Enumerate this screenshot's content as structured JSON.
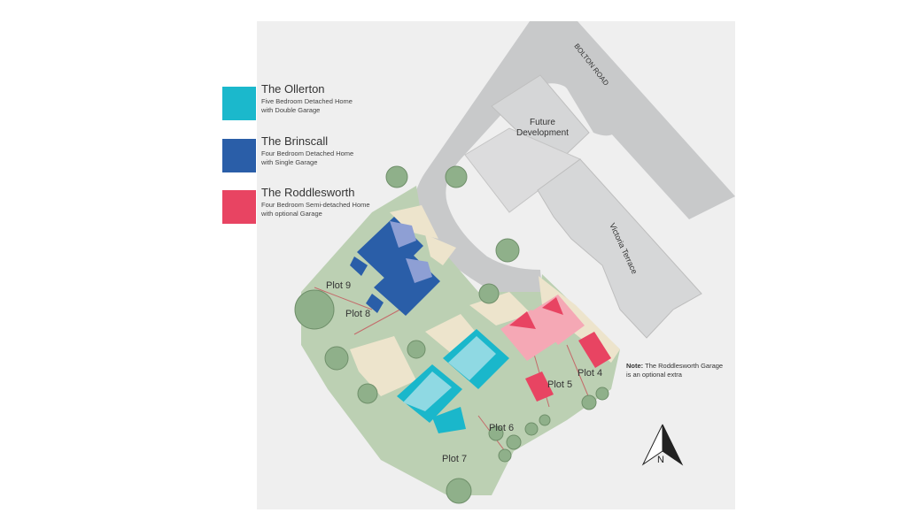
{
  "legend": [
    {
      "name": "The Ollerton",
      "desc": "Five Bedroom Detached Home\nwith Double Garage",
      "color": "#1bb8cc"
    },
    {
      "name": "The Brinscall",
      "desc": "Four Bedroom Detached Home\nwith Single Garage",
      "color": "#2a5ea8"
    },
    {
      "name": "The Roddlesworth",
      "desc": "Four Bedroom Semi-detached Home\nwith optional Garage",
      "color": "#e84462"
    }
  ],
  "map": {
    "road_name": "BOLTON ROAD",
    "future_development": [
      "Future",
      "Development"
    ],
    "terrace_name": "Victoria Terrace",
    "plots": [
      "Plot 9",
      "Plot 8",
      "Plot 7",
      "Plot 6",
      "Plot 5",
      "Plot 4"
    ],
    "note_bold": "Note:",
    "note_text": " The Roddlesworth Garage is an optional extra",
    "north_label": "N"
  },
  "colors": {
    "site_bg": "#eeeeee",
    "road": "#c7c8c9",
    "building": "#d9d9da",
    "green": "#b9cdb0",
    "plot_sand": "#ece3cb",
    "tree": "#8fb08a"
  }
}
